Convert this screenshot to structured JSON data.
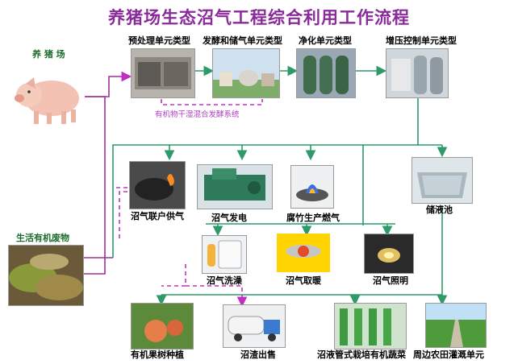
{
  "title": "养猪场生态沼气工程综合利用工作流程",
  "source": {
    "pig_farm": "养 猪 场",
    "organic_waste": "生活有机废物"
  },
  "units": {
    "pretreatment": "预处理单元类型",
    "fermentation_storage": "发酵和储气单元类型",
    "purification": "净化单元类型",
    "pressurization": "增压控制单元类型"
  },
  "system_note": "有机物干湿混合发酵系统",
  "gas_uses": {
    "household": "沼气联户供气",
    "power": "沼气发电",
    "tofu_skin": "腐竹生产燃气",
    "bath": "沼气洗澡",
    "heating": "沼气取暖",
    "lighting": "沼气照明"
  },
  "storage_pool": "储液池",
  "outputs": {
    "fruit": "有机果树种植",
    "residue_sale": "沼渣出售",
    "vegetables": "沼液管式栽培有机蔬菜",
    "irrigation": "周边农田灌溉单元"
  },
  "colors": {
    "title": "#8a2a9a",
    "green_line": "#2e9a6a",
    "purple_line": "#a0309a",
    "dashed_line": "#c030c0"
  }
}
